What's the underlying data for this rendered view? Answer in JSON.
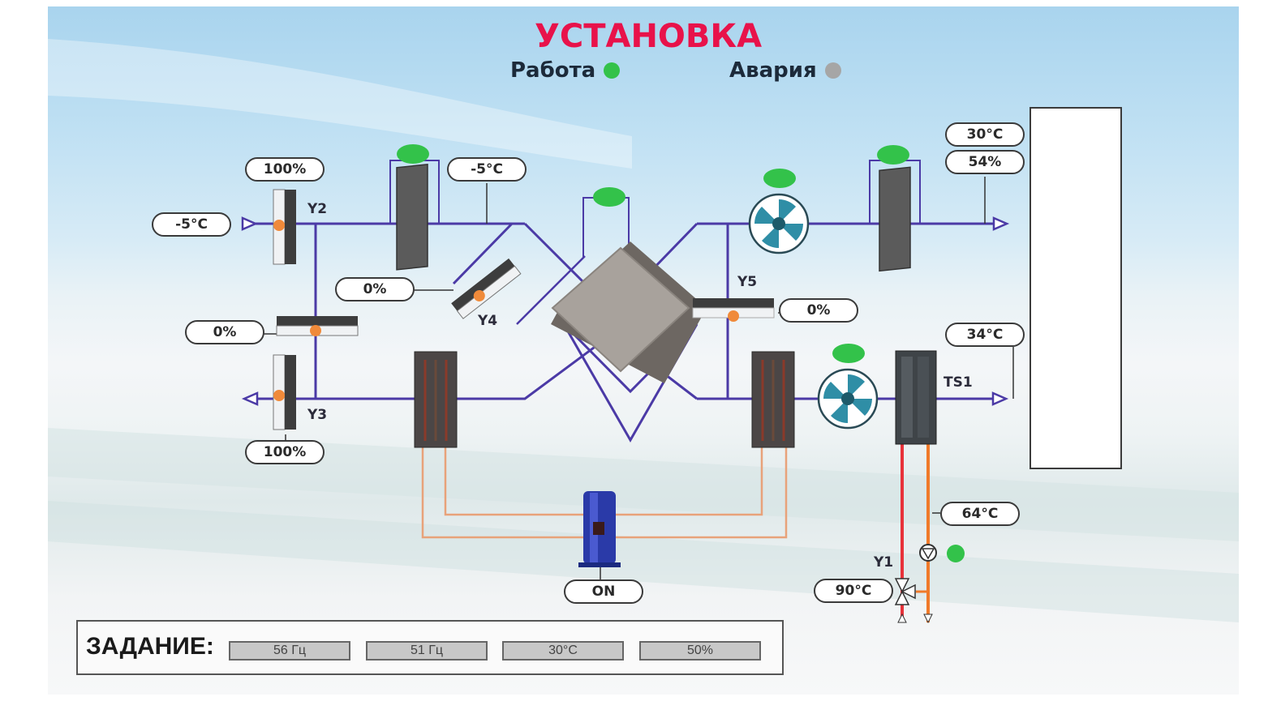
{
  "header": {
    "title": "УСТАНОВКА",
    "status_run_label": "Работа",
    "status_alarm_label": "Авария",
    "status_run_color": "#33c24a",
    "status_alarm_color": "#a6a6a6"
  },
  "colors": {
    "title": "#e8124a",
    "air_duct": "#4b3aa6",
    "hot_water": "#e8323a",
    "return_water": "#f07a2a",
    "refrigerant": "#e8a27a",
    "led_on": "#33c24a"
  },
  "sensors": {
    "outdoor_temp": "-5°C",
    "damper_y2_position": "100%",
    "after_filter_temp": "-5°C",
    "damper_y4_position": "0%",
    "recirc_damper_position": "0%",
    "damper_y3_position": "100%",
    "damper_y5_position": "0%",
    "supply_temp_top": "30°C",
    "supply_humidity": "54%",
    "supply_temp_ts1": "34°C",
    "return_water_temp": "64°C",
    "hot_water_temp": "90°C",
    "compressor_state": "ON"
  },
  "labels": {
    "y1": "Y1",
    "y2": "Y2",
    "y3": "Y3",
    "y4": "Y4",
    "y5": "Y5",
    "ts1": "TS1"
  },
  "setpoints": {
    "label": "ЗАДАНИЕ:",
    "items": [
      "56 Гц",
      "51 Гц",
      "30°C",
      "50%"
    ]
  }
}
